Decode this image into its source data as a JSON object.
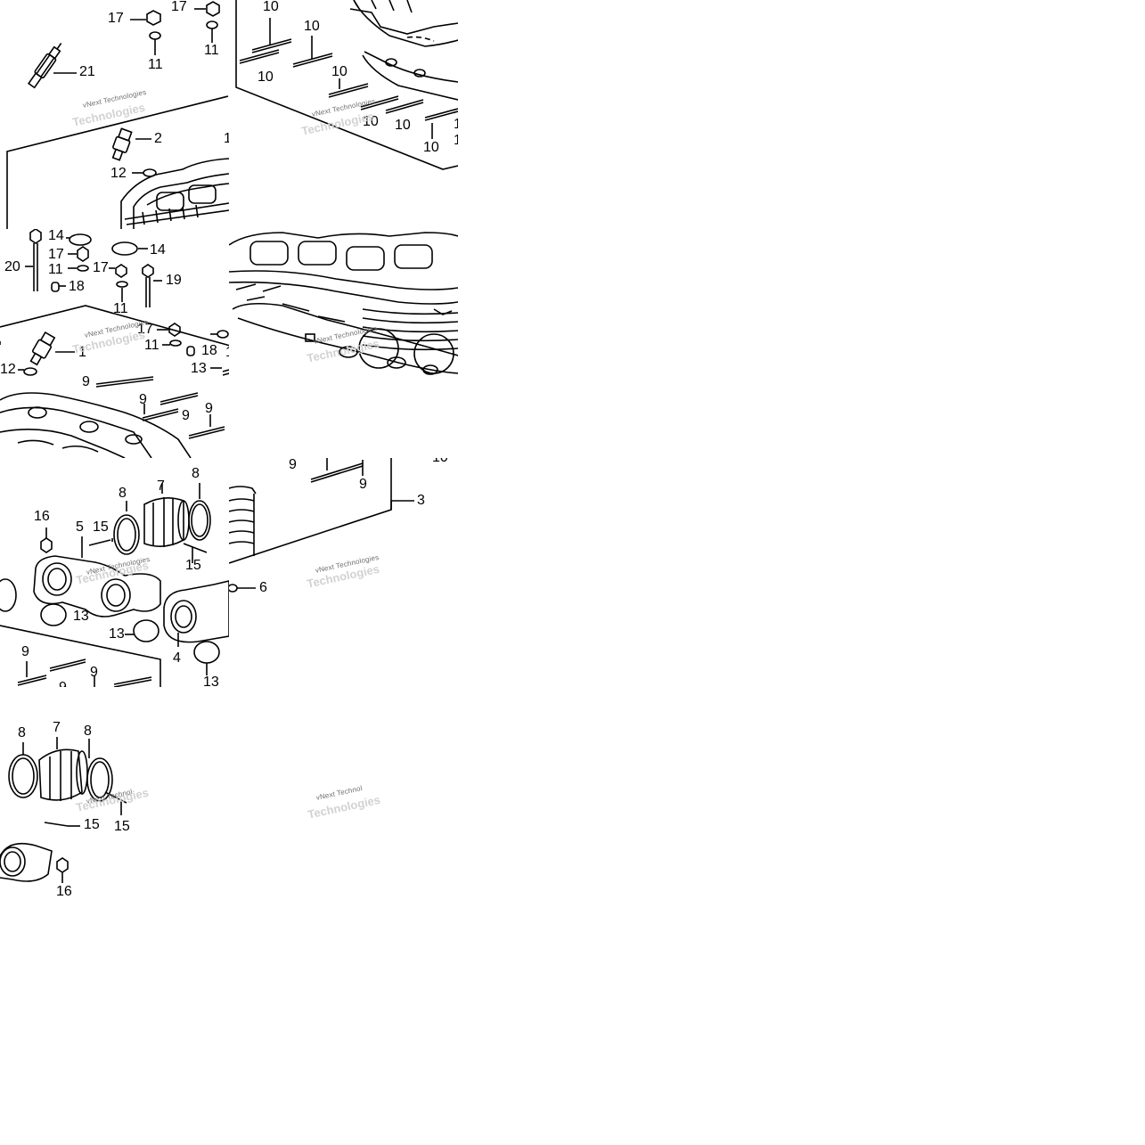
{
  "watermark": "vNext Technologies",
  "watermark_short": "vNext Technol",
  "watermark_ghost": "Technologies",
  "tiles": {
    "t1": {
      "labels": [
        "17",
        "17",
        "11",
        "11",
        "21",
        "2",
        "12",
        "1"
      ]
    },
    "t2": {
      "labels": [
        "10",
        "10",
        "10",
        "10",
        "10",
        "10",
        "10",
        "10",
        "10",
        "1"
      ]
    },
    "t3": {
      "labels": [
        "14",
        "14",
        "20",
        "17",
        "11",
        "17",
        "19",
        "18",
        "11",
        "17",
        "11",
        "18",
        "12",
        "1",
        "13",
        "10",
        "9",
        "9",
        "9",
        "9",
        "1"
      ]
    },
    "t4": {
      "labels": [
        "17"
      ]
    },
    "t5": {
      "labels": [
        "8",
        "7",
        "8",
        "16",
        "15",
        "5",
        "15",
        "13",
        "13",
        "4",
        "13",
        "9",
        "9",
        "9",
        "6"
      ]
    },
    "t6": {
      "labels": [
        "9",
        "9",
        "3",
        "6",
        "10"
      ]
    },
    "t7": {
      "labels": [
        "8",
        "7",
        "8",
        "15",
        "15",
        "16"
      ]
    }
  },
  "colors": {
    "ink": "#000000",
    "paper": "#ffffff",
    "watermark": "#6e6e6e"
  }
}
